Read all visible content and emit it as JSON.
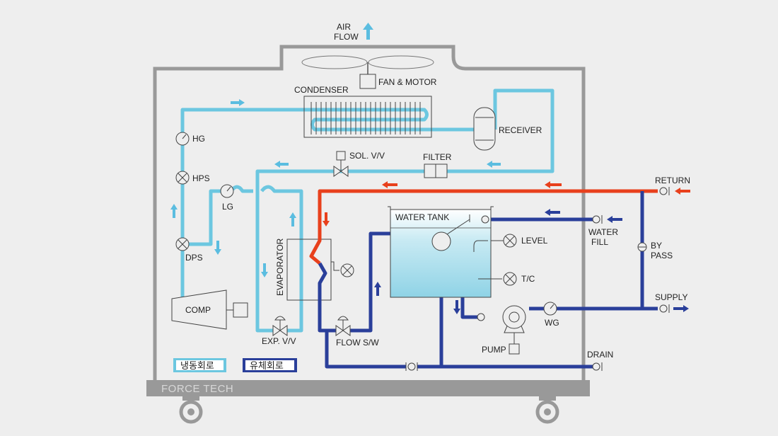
{
  "brand": "FORCE TECH",
  "air_flow": {
    "line1": "AIR",
    "line2": "FLOW"
  },
  "labels": {
    "fan_motor": "FAN & MOTOR",
    "condenser": "CONDENSER",
    "receiver": "RECEIVER",
    "filter": "FILTER",
    "sol_valve": "SOL. V/V",
    "hg": "HG",
    "hps": "HPS",
    "lg": "LG",
    "dps": "DPS",
    "comp": "COMP",
    "evaporator": "EVAPORATOR",
    "exp_valve": "EXP. V/V",
    "flow_switch": "FLOW S/W",
    "water_tank": "WATER TANK",
    "level": "LEVEL",
    "tc": "T/C",
    "pump": "PUMP",
    "wg": "WG",
    "return": "RETURN",
    "water_fill_1": "WATER",
    "water_fill_2": "FILL",
    "bypass_1": "BY",
    "bypass_2": "PASS",
    "supply": "SUPPLY",
    "drain": "DRAIN"
  },
  "legend": [
    {
      "label": "냉동회로",
      "color": "#6cc7e0"
    },
    {
      "label": "유체회로",
      "color": "#2a3f9a"
    }
  ],
  "colors": {
    "refrigerant": "#6cc7e0",
    "fluid": "#2a3f9a",
    "return_hot": "#e8401c",
    "frame": "#999999",
    "arrow_light": "#5bbde0"
  }
}
